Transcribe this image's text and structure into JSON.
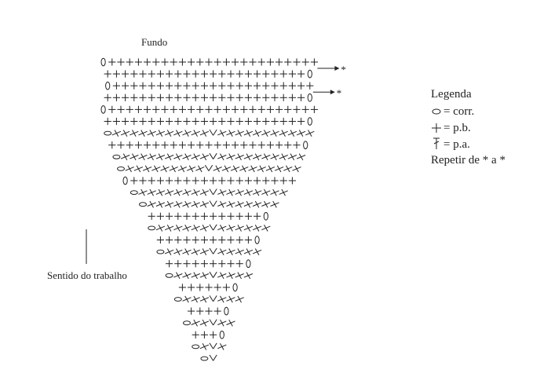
{
  "diagram": {
    "title": "Fundo",
    "direction_label": "Sentido do trabalho",
    "rows": [
      "0++++++++++++++++++++++++*",
      "+++++++++++++++++++++++0",
      "0+++++++++++++++++++++++*",
      "+++++++++++++++++++++++0",
      "0++++++++++++++++++++++++",
      "+++++++++++++++++++++++0",
      "0xxxxxxxxxxxVxxxxxxxxxxx",
      "++++++++++++++++++++++0",
      "0xxxxxxxxxxVxxxxxxxxxx",
      "0xxxxxxxxxVxxxxxxxxxx",
      "0+++++++++++++++++++",
      "0xxxxxxxxVxxxxxxxx",
      "0xxxxxxxVxxxxxxx",
      "+++++++++++++0",
      "0xxxxxxVxxxxxx",
      "+++++++++++0",
      "0xxxxxVxxxxx",
      "+++++++++0",
      "0xxxxVxxxx",
      "++++++0",
      "0xxxVxxx",
      "++++0",
      "0xxVxx",
      "+++0",
      "0xVx",
      "0V"
    ],
    "arrow_markers": [
      "*",
      "*"
    ]
  },
  "legend": {
    "title": "Legenda",
    "items": [
      {
        "symbol": "chain-icon",
        "label": "= corr."
      },
      {
        "symbol": "single-crochet-icon",
        "label": "= p.b."
      },
      {
        "symbol": "double-crochet-icon",
        "label": "= p.a."
      }
    ],
    "repeat_note": "Repetir de * a *"
  }
}
